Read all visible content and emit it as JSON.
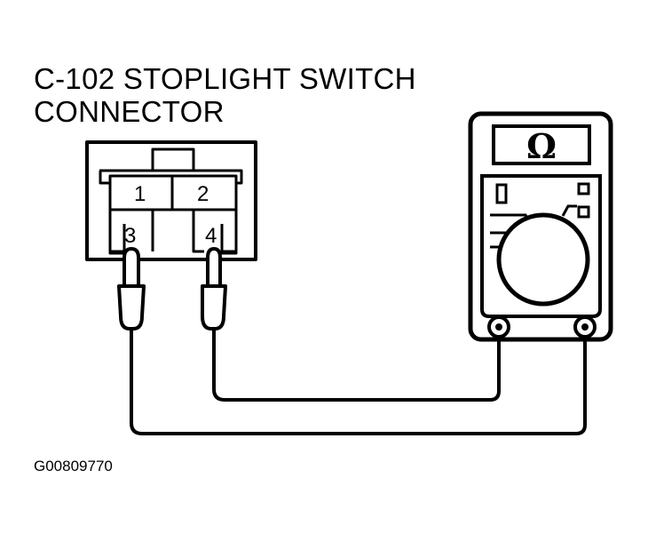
{
  "title": {
    "line1": "C-102 STOPLIGHT SWITCH",
    "line2": "CONNECTOR"
  },
  "connector": {
    "pins": [
      {
        "label": "1"
      },
      {
        "label": "2"
      },
      {
        "label": "3"
      },
      {
        "label": "4"
      }
    ]
  },
  "meter": {
    "display_symbol": "Ω"
  },
  "figure_id": "G00809770"
}
